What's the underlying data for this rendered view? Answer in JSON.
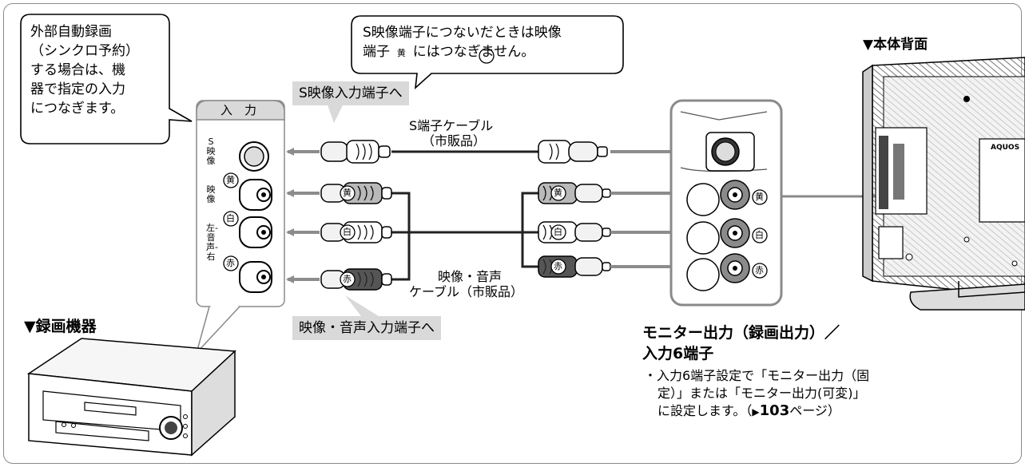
{
  "callouts": {
    "external_recording": [
      "外部自動録画",
      "（シンクロ予約）",
      "する場合は、機",
      "器で指定の入力",
      "につなぎます。"
    ],
    "s_video_note_line1": "S映像端子につないだときは映像",
    "s_video_note_line2_a": "端子 ",
    "s_video_note_badge": "黄",
    "s_video_note_line2_b": " にはつなぎません。"
  },
  "labels": {
    "s_video_input_to": "S映像入力端子へ",
    "av_input_to": "映像・音声入力端子へ",
    "s_cable": "S端子ケーブル",
    "s_cable_sub": "（市販品）",
    "av_cable": "映像・音声",
    "av_cable_sub": "ケーブル（市販品）",
    "panel_header": "入　力",
    "jack_s_video": "S映像",
    "jack_video": "映像",
    "jack_audio": "左-音声-右",
    "recorder": "▼録画機器",
    "tv_back": "▼本体背面",
    "tv_logo": "AQUOS"
  },
  "color_badges": {
    "yellow": "黄",
    "white": "白",
    "red": "赤"
  },
  "monitor_output": {
    "title_line1": "モニター出力（録画出力）／",
    "title_line2": "入力6端子",
    "note_line1": "・入力6端子設定で「モニター出力（固",
    "note_line2": "定）」または「モニター出力(可変)」",
    "note_line3_a": "に設定します。（",
    "note_line3_arrow": "▶",
    "note_page": "103",
    "note_line3_b": "ページ）"
  },
  "colors": {
    "frame": "#8a8a8a",
    "label_bg": "#d9d9d9",
    "arrow": "#8c8c8c",
    "cable": "#222222",
    "plug_light": "#f2f2f2",
    "plug_mid": "#b9b9b9",
    "plug_dark": "#555555"
  }
}
